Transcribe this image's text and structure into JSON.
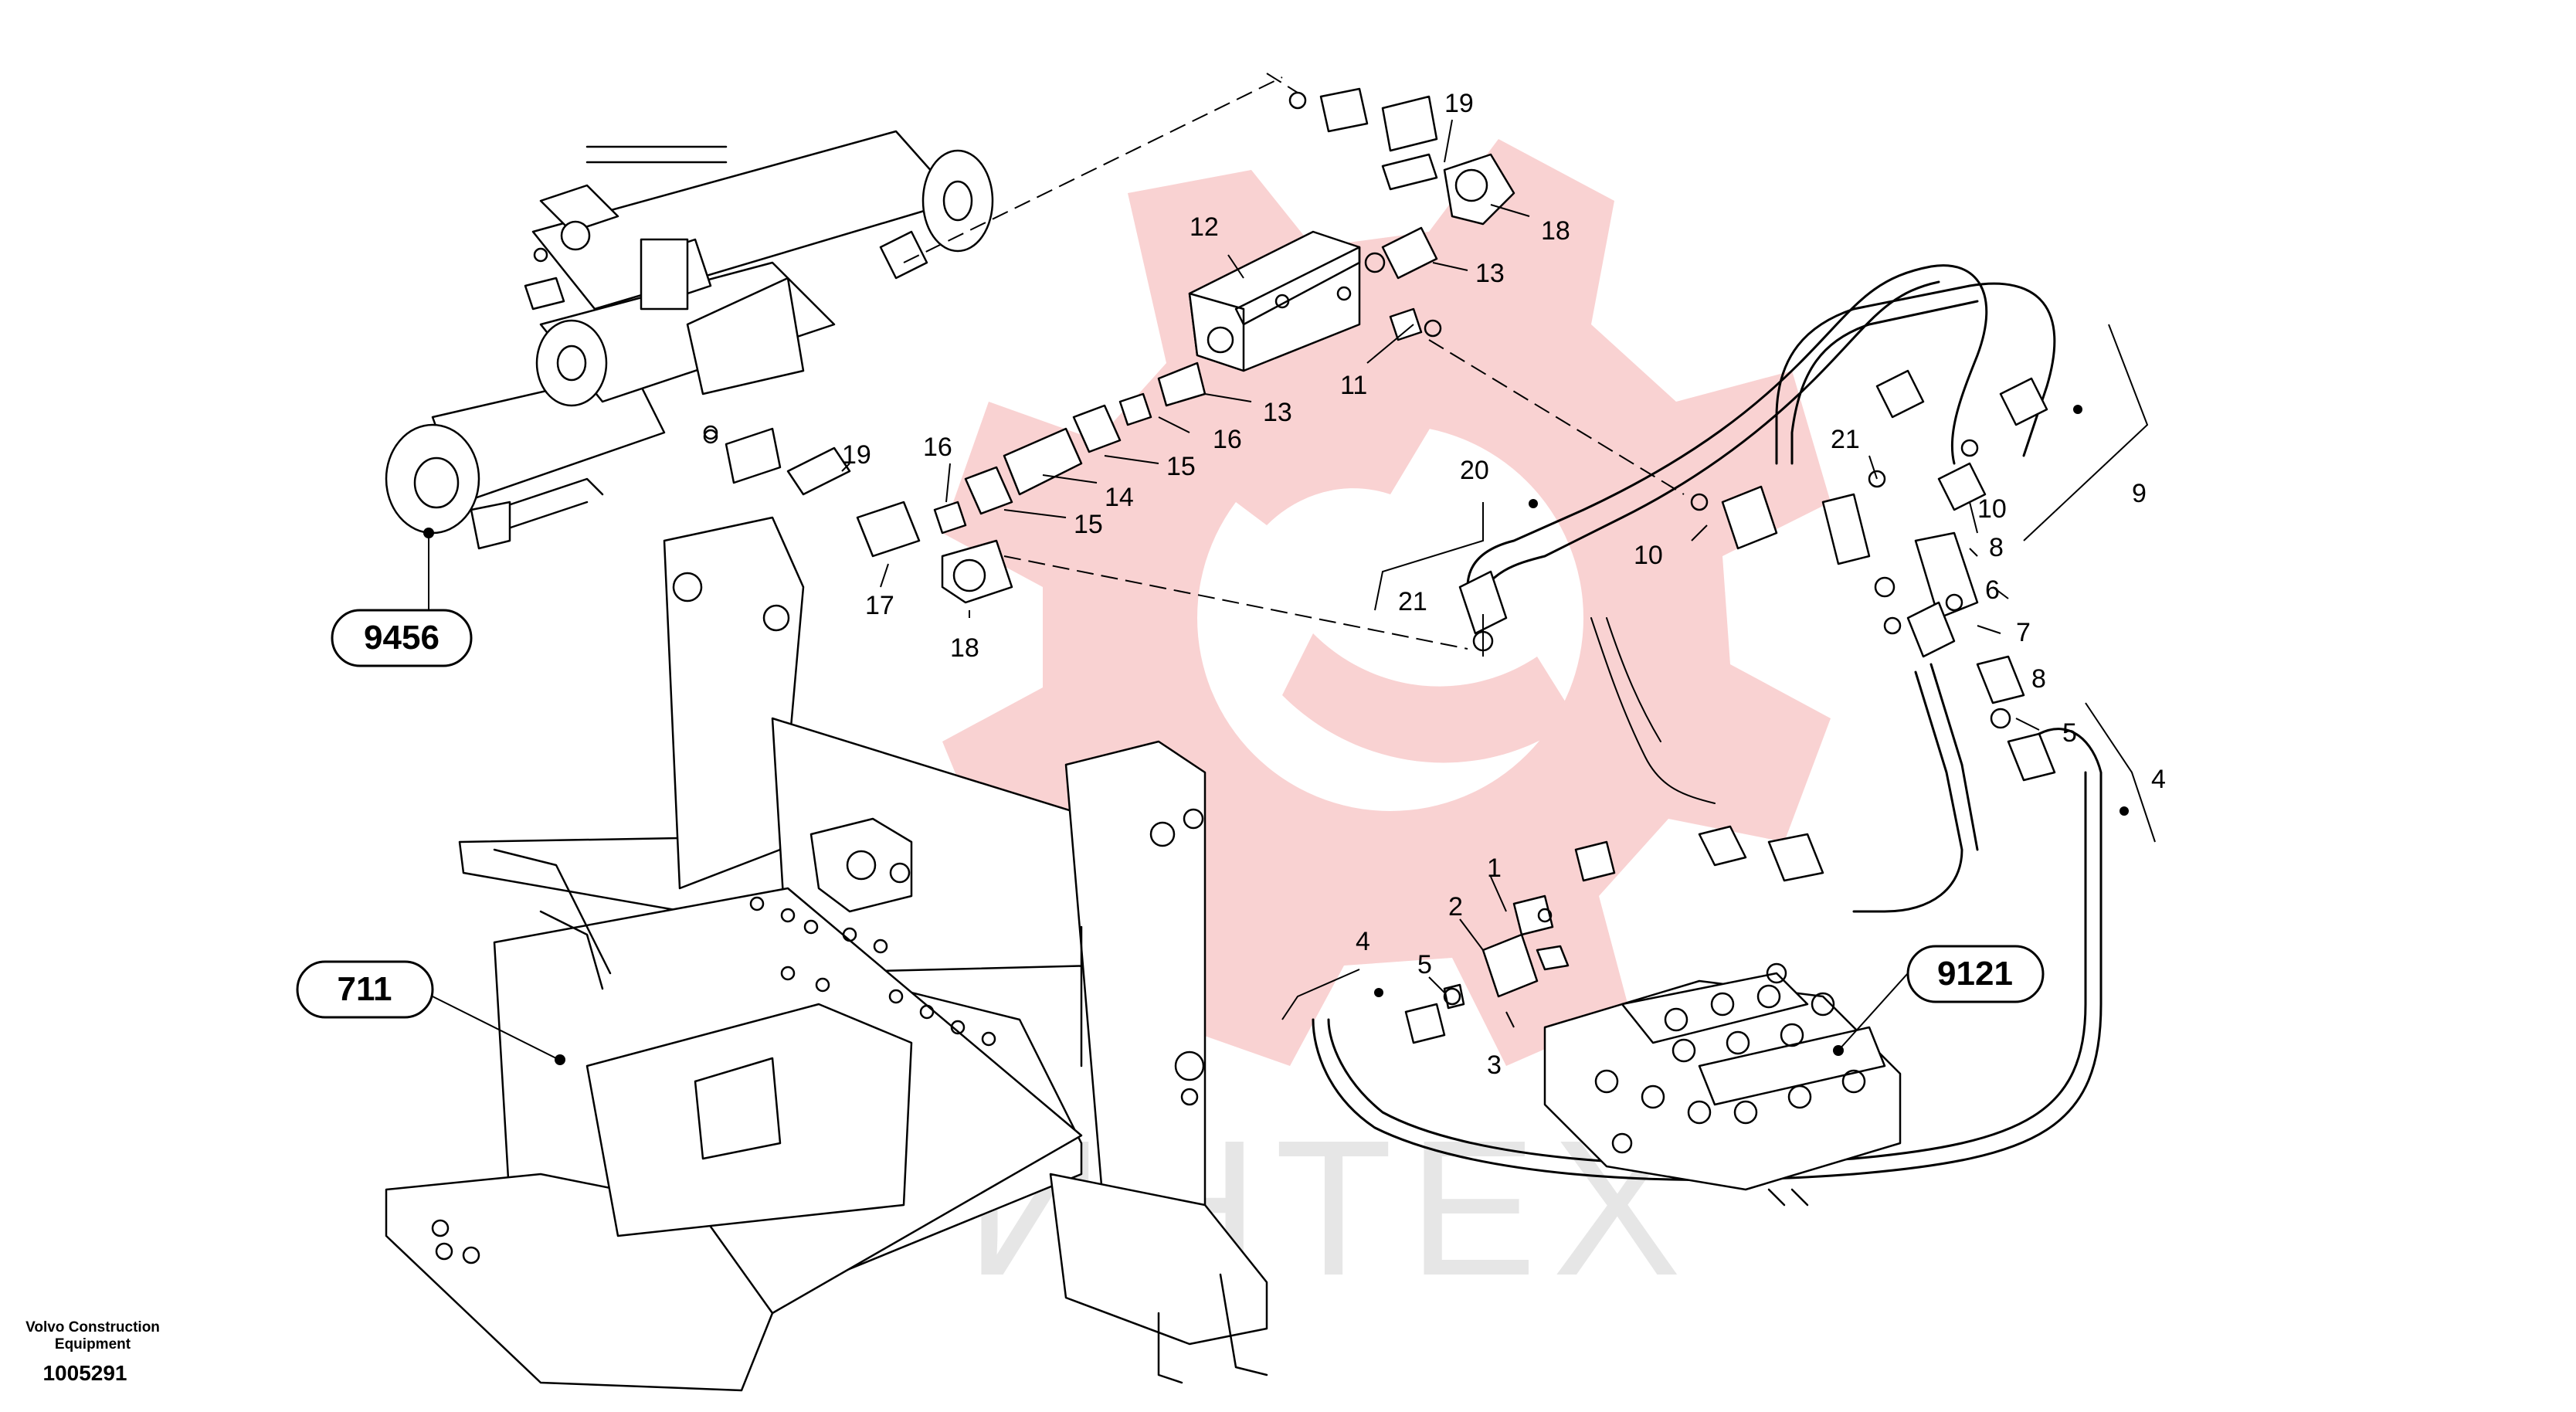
{
  "callouts": {
    "c19a": "19",
    "c18a": "18",
    "c12": "12",
    "c13a": "13",
    "c11": "11",
    "c19b": "19",
    "c16a": "16",
    "c13b": "13",
    "c16b": "16",
    "c15a": "15",
    "c14": "14",
    "c15b": "15",
    "c17": "17",
    "c18b": "18",
    "c20": "20",
    "c21a": "21",
    "c10a": "10",
    "c21b": "21",
    "c10b": "10",
    "c9": "9",
    "c8a": "8",
    "c6": "6",
    "c7": "7",
    "c8b": "8",
    "c5a": "5",
    "c4a": "4",
    "c1": "1",
    "c2": "2",
    "c4b": "4",
    "c5b": "5",
    "c3": "3"
  },
  "assemblies": {
    "cylinder": "9456",
    "frame": "711",
    "valve": "9121"
  },
  "watermark": {
    "text": "ИНТЕХ",
    "color": "#e8e8e8",
    "gear_color": "#f9d0d0"
  },
  "footer": {
    "brand_line1": "Volvo Construction",
    "brand_line2": "Equipment",
    "part_number": "1005291"
  }
}
